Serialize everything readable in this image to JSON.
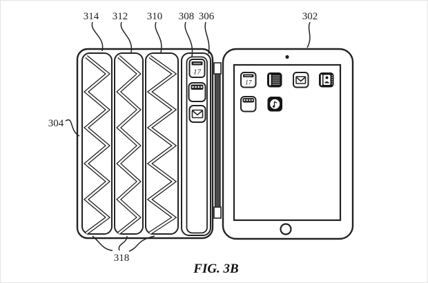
{
  "figure": {
    "caption": "FIG. 3B",
    "type": "patent-line-drawing",
    "line_color": "#222222",
    "background": "#ffffff",
    "description": "Tablet device with segmented smart cover"
  },
  "labels": {
    "l314": "314",
    "l312": "312",
    "l310": "310",
    "l308": "308",
    "l306": "306",
    "l302": "302",
    "l304": "304",
    "l318": "318"
  },
  "cover": {
    "panel_count": 3,
    "pattern": "zigzag",
    "strip_icons": [
      {
        "name": "calendar-icon",
        "day": "17"
      },
      {
        "name": "binder-calendar-icon"
      },
      {
        "name": "mail-icon"
      }
    ],
    "calendar_day": "17"
  },
  "tablet": {
    "calendar_day": "17",
    "home_icons_row1": [
      "calendar",
      "newsstand-list",
      "mail",
      "contacts"
    ],
    "home_icons_row2": [
      "binder-calendar",
      "music"
    ],
    "hardware": [
      "front-camera",
      "home-button"
    ]
  }
}
